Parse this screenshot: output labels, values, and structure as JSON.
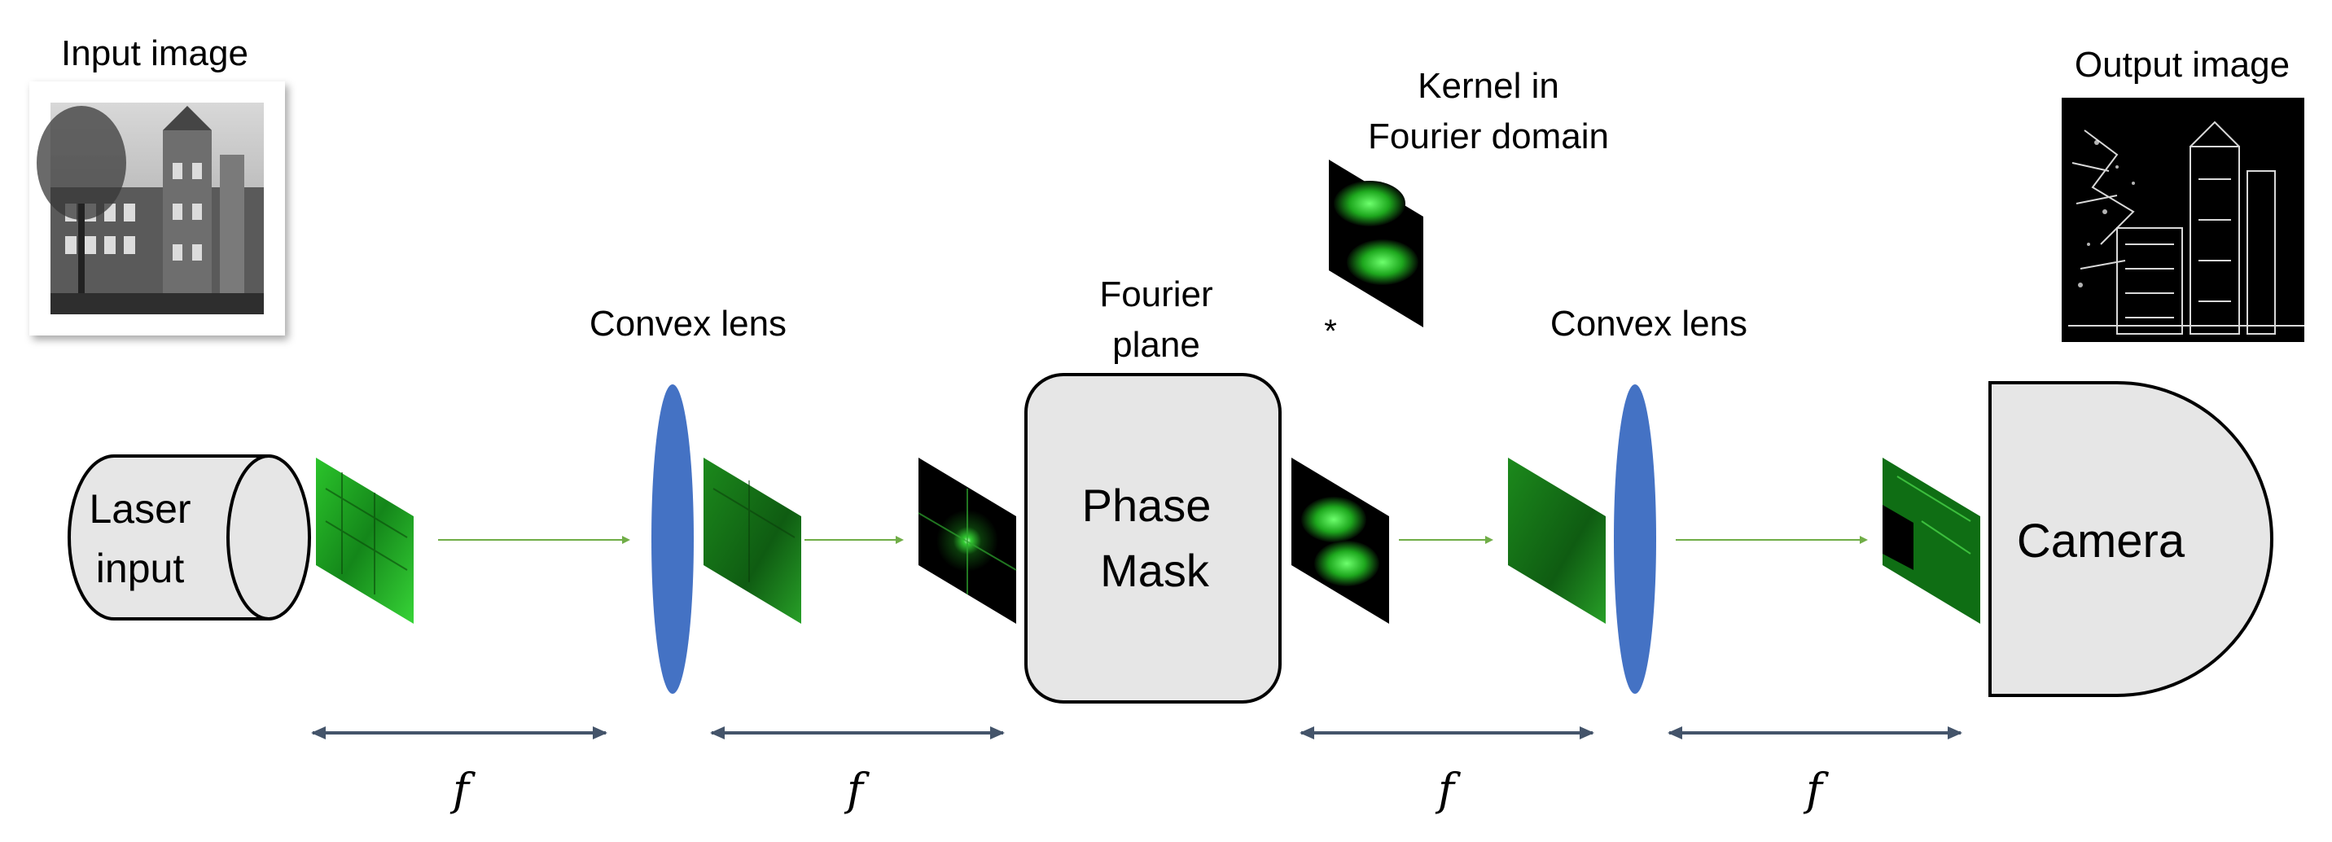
{
  "labels": {
    "input_image": "Input image",
    "output_image": "Output image",
    "convex_lens_1": "Convex lens",
    "convex_lens_2": "Convex lens",
    "fourier_plane_line1": "Fourier",
    "fourier_plane_line2": "plane",
    "kernel_line1": "Kernel in",
    "kernel_line2": "Fourier domain",
    "convolution_symbol": "*",
    "laser_line1": "Laser",
    "laser_line2": "input",
    "phase_mask_line1": "Phase",
    "phase_mask_line2": "Mask",
    "camera": "Camera",
    "focal_1": "f",
    "focal_2": "f",
    "focal_3": "f",
    "focal_4": "f"
  },
  "colors": {
    "lens": "#4472c4",
    "box_fill": "#e6e6e6",
    "box_stroke": "#000000",
    "beam_arrow": "#70ad47",
    "distance_arrow": "#44546a",
    "green_image": "#1a9e1a"
  }
}
